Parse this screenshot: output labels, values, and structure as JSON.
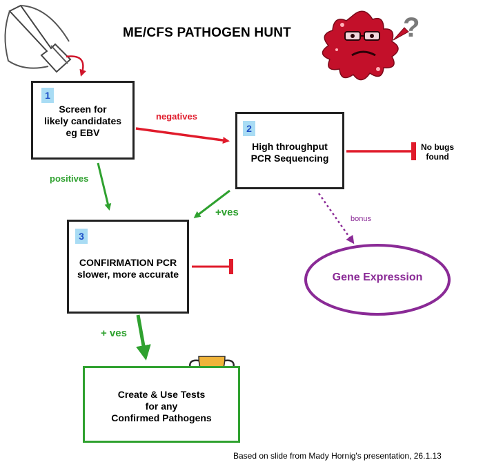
{
  "title": "ME/CFS PATHOGEN  HUNT",
  "boxes": {
    "screen": {
      "number": "1",
      "lines": [
        "Screen for",
        "likely candidates",
        "eg EBV"
      ]
    },
    "sequencing": {
      "number": "2",
      "lines": [
        "High throughput",
        "PCR Sequencing"
      ]
    },
    "confirmation": {
      "number": "3",
      "lines": [
        "CONFIRMATION PCR",
        "slower, more accurate"
      ]
    },
    "tests": {
      "lines": [
        "Create & Use Tests",
        "for any",
        "Confirmed Pathogens"
      ]
    }
  },
  "edge_labels": {
    "negatives": "negatives",
    "positives": "positives",
    "plus_ves_seq": "+ves",
    "plus_ves_conf": "+ ves",
    "bonus": "bonus",
    "no_bugs": [
      "No bugs",
      "found"
    ]
  },
  "gene_expression": "Gene Expression",
  "question_mark": "?",
  "footer": "Based on slide from Mady Hornig's presentation, 26.1.13",
  "icons": [
    "flask-icon",
    "virus-mascot-icon",
    "trophy-icon"
  ],
  "colors": {
    "negative": "#e01b2b",
    "positive": "#2fa12f",
    "bonus": "#8a2a96",
    "badge": "#a9dcf4",
    "virus": "#c3102a",
    "trophy": "#f0b43a"
  }
}
